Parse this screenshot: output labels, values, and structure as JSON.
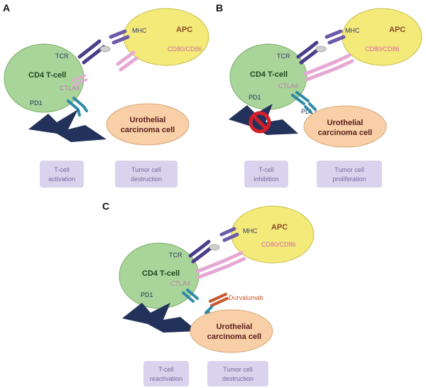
{
  "colors": {
    "apc": "#f4ea7a",
    "tcell": "#a9d49a",
    "tumor": "#f8cfa6",
    "box": "#d9d3ee",
    "tcr": "#4a3d8a",
    "mhc": "#6a5aa8",
    "cd80": "#e6a8d4",
    "pd1": "#2f8aa8",
    "durvalumab": "#c9582e",
    "bolt": "#23325a",
    "block": "#d3202a"
  },
  "panels": [
    {
      "letter": "A",
      "apc": {
        "name": "APC",
        "ligand": "CD80/CD86",
        "mhc": "MHC"
      },
      "tcell": {
        "name": "CD4 T-cell",
        "tcr": "TCR",
        "ctla4": "CTLA4",
        "pd1": "PD1"
      },
      "tumor": {
        "line1": "Urothelial",
        "line2": "carcinoma cell"
      },
      "boxes": [
        {
          "line1": "T-cell",
          "line2": "activation"
        },
        {
          "line1": "Tumor cell",
          "line2": "destruction"
        }
      ]
    },
    {
      "letter": "B",
      "apc": {
        "name": "APC",
        "ligand": "CD80/CD86",
        "mhc": "MHC"
      },
      "tcell": {
        "name": "CD4 T-cell",
        "tcr": "TCR",
        "ctla4": "CTLA4",
        "pd1": "PD1"
      },
      "pdl1": "PDL1",
      "tumor": {
        "line1": "Urothelial",
        "line2": "carcinoma cell"
      },
      "boxes": [
        {
          "line1": "T-cell",
          "line2": "inhibition"
        },
        {
          "line1": "Tumor cell",
          "line2": "proliferation"
        }
      ]
    },
    {
      "letter": "C",
      "apc": {
        "name": "APC",
        "ligand": "CD80/CD86",
        "mhc": "MHC"
      },
      "tcell": {
        "name": "CD4 T-cell",
        "tcr": "TCR",
        "ctla4": "CTLA4",
        "pd1": "PD1"
      },
      "drug": "Durvalumab",
      "tumor": {
        "line1": "Urothelial",
        "line2": "carcinoma cell"
      },
      "boxes": [
        {
          "line1": "T-cell",
          "line2": "reactivation"
        },
        {
          "line1": "Tumor cell",
          "line2": "destruction"
        }
      ]
    }
  ]
}
